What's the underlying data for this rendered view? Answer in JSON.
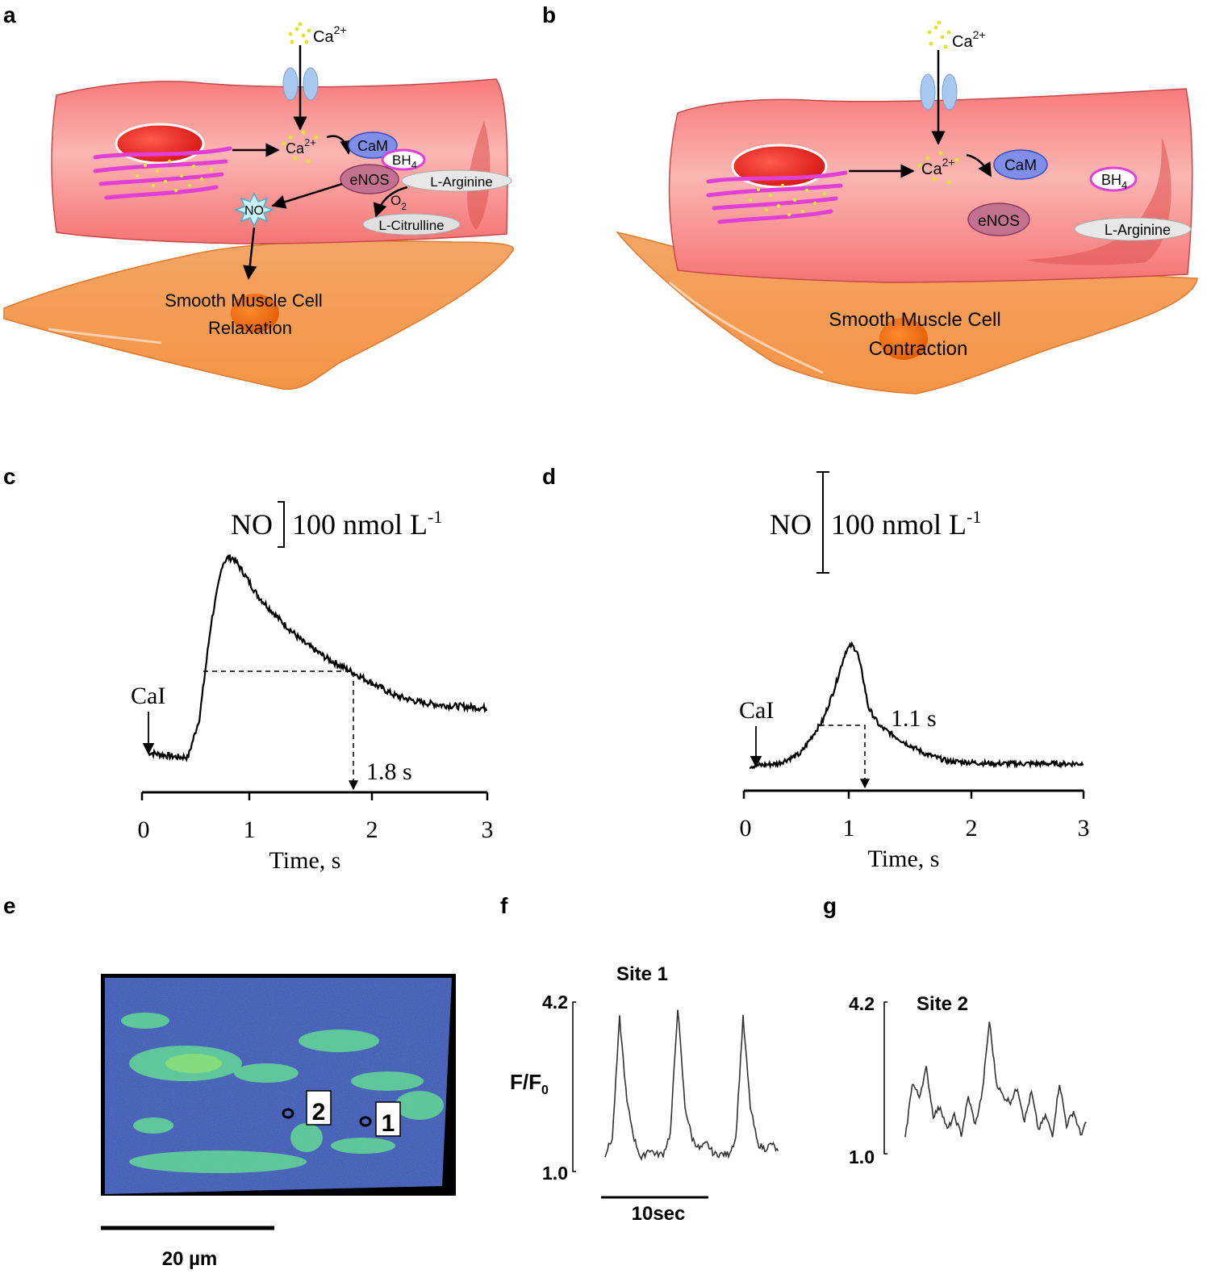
{
  "panels": {
    "a": "a",
    "b": "b",
    "c": "c",
    "d": "d",
    "e": "e",
    "f": "f",
    "g": "g"
  },
  "panel_a": {
    "ca_base": "Ca",
    "ca_sup": "2+",
    "ca_in_base": "Ca",
    "ca_in_sup": "2+",
    "cam": "CaM",
    "bh4_base": "BH",
    "bh4_sub": "4",
    "enos": "eNOS",
    "larg": "L-Arginine",
    "o2_base": "O",
    "o2_sub": "2",
    "lcit": "L-Citrulline",
    "no": "NO",
    "smc_line1": "Smooth Muscle Cell",
    "smc_line2": "Relaxation"
  },
  "panel_b": {
    "ca_base": "Ca",
    "ca_sup": "2+",
    "ca_in_base": "Ca",
    "ca_in_sup": "2+",
    "cam": "CaM",
    "bh4_base": "BH",
    "bh4_sub": "4",
    "enos": "eNOS",
    "larg": "L-Arginine",
    "smc_line1": "Smooth Muscle Cell",
    "smc_line2": "Contraction"
  },
  "panel_c": {
    "no_label": "NO",
    "scale_text": "100 nmol L",
    "scale_sup": "-1",
    "cai": "CaI",
    "marker": "1.8 s",
    "xlabel": "Time, s",
    "ticks": [
      "0",
      "1",
      "2",
      "3"
    ]
  },
  "panel_d": {
    "no_label": "NO",
    "scale_text": "100 nmol L",
    "scale_sup": "-1",
    "cai": "CaI",
    "marker": "1.1 s",
    "xlabel": "Time, s",
    "ticks": [
      "0",
      "1",
      "2",
      "3"
    ]
  },
  "panel_e": {
    "site1": "1",
    "site2": "2",
    "scale": "20 µm"
  },
  "panel_f": {
    "title": "Site 1",
    "ymax": "4.2",
    "ymin": "1.0",
    "ylabel": "F/F",
    "ylabel_sub": "0",
    "time_scale": "10sec"
  },
  "panel_g": {
    "title": "Site 2",
    "ymax": "4.2",
    "ymin": "1.0"
  },
  "colors": {
    "endothelium": "#f58282",
    "smooth_muscle": "#f5a15a",
    "nucleus": "#e8201c",
    "er": "#e040d8",
    "calcium": "#d8e830",
    "channel": "#a8c8f0",
    "cam": "#7f8ee8",
    "enos": "#c47090",
    "image_bg": "#3a52a8",
    "image_fluor": "#66e890"
  },
  "chart_data": [
    {
      "type": "line",
      "panel": "c",
      "xlabel": "Time, s",
      "xlim": [
        0,
        3
      ],
      "x_ticks": [
        0,
        1,
        2,
        3
      ],
      "series": [
        {
          "x": [
            0.05,
            0.3,
            0.4,
            0.5,
            0.6,
            0.7,
            0.75,
            0.8,
            0.9,
            1.0,
            1.2,
            1.4,
            1.6,
            1.8,
            2.0,
            2.2,
            2.4,
            2.6,
            2.8,
            3.0
          ],
          "values": [
            8,
            5,
            5,
            30,
            90,
            128,
            132,
            131,
            120,
            108,
            92,
            78,
            68,
            60,
            52,
            44,
            40,
            38,
            37,
            36
          ]
        }
      ],
      "annotations": [
        "CaI",
        "1.8 s"
      ]
    },
    {
      "type": "line",
      "panel": "d",
      "xlabel": "Time, s",
      "xlim": [
        0,
        3
      ],
      "x_ticks": [
        0,
        1,
        2,
        3
      ],
      "series": [
        {
          "x": [
            0.05,
            0.3,
            0.5,
            0.7,
            0.8,
            0.9,
            0.95,
            1.0,
            1.05,
            1.1,
            1.2,
            1.4,
            1.6,
            1.8,
            2.0,
            2.2,
            2.5,
            3.0
          ],
          "values": [
            8,
            10,
            18,
            45,
            70,
            100,
            105,
            100,
            80,
            55,
            40,
            28,
            18,
            12,
            11,
            10,
            10,
            10
          ]
        }
      ],
      "annotations": [
        "CaI",
        "1.1 s"
      ]
    },
    {
      "type": "line",
      "panel": "f",
      "ylabel": "F/F0",
      "ylim": [
        1.0,
        4.2
      ],
      "series": [
        {
          "name": "Site 1",
          "values": [
            1.3,
            1.6,
            3.9,
            2.3,
            1.6,
            1.2,
            1.4,
            1.3,
            1.3,
            1.7,
            4.1,
            2.2,
            1.6,
            1.4,
            1.5,
            1.3,
            1.3,
            1.3,
            1.6,
            3.9,
            2.2,
            1.5,
            1.4,
            1.5,
            1.3
          ]
        }
      ]
    },
    {
      "type": "line",
      "panel": "g",
      "ylim": [
        1.0,
        4.2
      ],
      "series": [
        {
          "name": "Site 2",
          "values": [
            1.3,
            2.5,
            2.2,
            2.8,
            1.8,
            2.0,
            1.5,
            1.8,
            1.4,
            2.2,
            1.6,
            2.3,
            3.8,
            2.5,
            2.2,
            2.1,
            2.4,
            1.7,
            2.3,
            1.5,
            1.8,
            1.4,
            2.5,
            1.6,
            1.9,
            1.4,
            1.7
          ]
        }
      ]
    }
  ]
}
